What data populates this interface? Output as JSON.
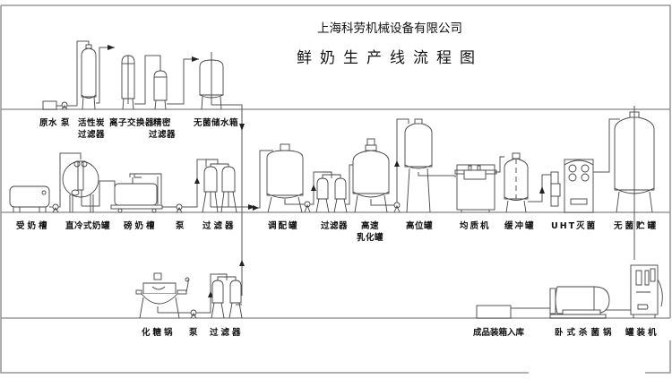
{
  "header": {
    "company": "上海科劳机械设备有限公司",
    "title": "鲜奶生产线流程图"
  },
  "rows": {
    "water_treatment": {
      "labels": [
        {
          "id": "raw-water",
          "text": "原水"
        },
        {
          "id": "water-pump",
          "text": "泵"
        },
        {
          "id": "carbon-filter",
          "text": "活性炭\n过滤器"
        },
        {
          "id": "ion-exchanger",
          "text": "离子交换器"
        },
        {
          "id": "precision-filter",
          "text": "精密\n过滤器"
        },
        {
          "id": "sterile-water-tank",
          "text": "无菌储水箱"
        }
      ]
    },
    "milk_processing": {
      "labels": [
        {
          "id": "milk-receiving-tank",
          "text": "受奶槽"
        },
        {
          "id": "direct-cooling-tank",
          "text": "直冷式奶罐"
        },
        {
          "id": "milk-weighing-tank",
          "text": "磅奶槽"
        },
        {
          "id": "milk-pump",
          "text": "泵"
        },
        {
          "id": "milk-filter",
          "text": "过滤器"
        },
        {
          "id": "blending-tank",
          "text": "调配罐"
        },
        {
          "id": "mix-filter",
          "text": "过滤器"
        },
        {
          "id": "high-speed-emulsifier",
          "text": "高速\n乳化罐"
        },
        {
          "id": "elevated-tank",
          "text": "高位罐"
        },
        {
          "id": "homogenizer",
          "text": "均质机"
        },
        {
          "id": "buffer-tank",
          "text": "缓冲罐"
        },
        {
          "id": "uht-sterilizer",
          "text": "UHT灭菌"
        },
        {
          "id": "sterile-storage-tank",
          "text": "无菌贮罐"
        }
      ]
    },
    "sugar_and_packing": {
      "labels": [
        {
          "id": "sugar-dissolving-kettle",
          "text": "化糖锅"
        },
        {
          "id": "sugar-pump",
          "text": "泵"
        },
        {
          "id": "sugar-filter",
          "text": "过滤器"
        },
        {
          "id": "finished-boxing-storage",
          "text": "成品装箱入库"
        },
        {
          "id": "horizontal-sterilizer",
          "text": "卧式杀菌锅"
        },
        {
          "id": "can-filling-machine",
          "text": "罐装机"
        }
      ]
    }
  }
}
